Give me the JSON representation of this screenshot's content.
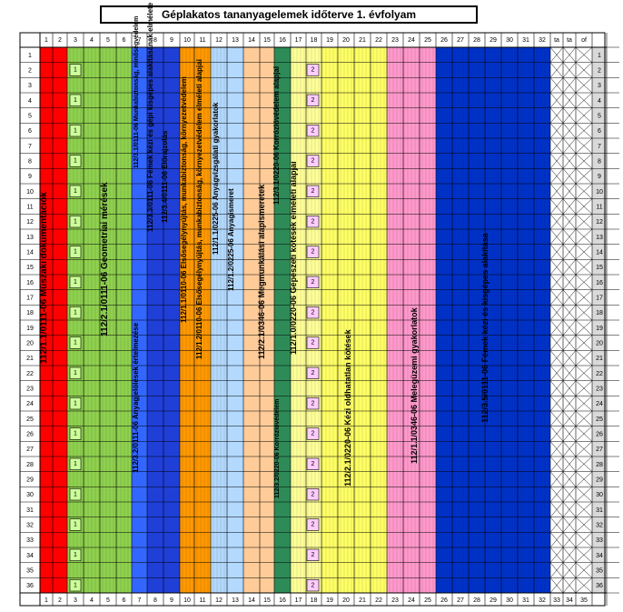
{
  "title": "Géplakatos tananyagelemek időterve 1. évfolyam",
  "colors": {
    "red": "#ff0000",
    "green": "#8fd14f",
    "blue_dark": "#1f3fd7",
    "blue_med": "#3366ff",
    "orange": "#ff9900",
    "lightblue": "#b3d9ff",
    "peach": "#ffcc99",
    "teal": "#2e8b57",
    "lightyellow": "#ffff99",
    "yellow": "#ffff66",
    "pink": "#ff99cc",
    "royal": "#0033cc",
    "gray": "#d9d9d9",
    "marker_green": "#ccff99",
    "marker_pink": "#ffccff"
  },
  "header_cols_left": [
    "1",
    "2",
    "3",
    "4",
    "5",
    "6",
    "7",
    "8",
    "9",
    "10",
    "11",
    "12",
    "13",
    "14",
    "15",
    "16",
    "17",
    "18",
    "19",
    "20",
    "21",
    "22",
    "23",
    "24",
    "25",
    "26",
    "27",
    "28",
    "29",
    "30",
    "31",
    "32"
  ],
  "header_cols_right": [
    "ta",
    "ta",
    "of"
  ],
  "footer_cols_right": [
    "33",
    "34",
    "35"
  ],
  "rows": [
    "1",
    "2",
    "3",
    "4",
    "5",
    "6",
    "7",
    "8",
    "9",
    "10",
    "11",
    "12",
    "13",
    "14",
    "15",
    "16",
    "17",
    "18",
    "19",
    "20",
    "21",
    "22",
    "23",
    "24",
    "25",
    "26",
    "27",
    "28",
    "29",
    "30",
    "31",
    "32",
    "33",
    "34",
    "35",
    "36"
  ],
  "marker_1": "1",
  "marker_2": "2",
  "labels": {
    "c1": "112/1.1/0111-06 Műszaki dokumentációk",
    "c2": "112/2.1/0111-06 Geometriai mérések",
    "c3a": "112/3.1/0111-06 Munkabiztonság, minőségvédelem",
    "c3b": "112/3.2/0111-06 Anyagjelölések értelmezése",
    "c4a": "112/3.3/0111-06 Fémek kézi és gépi kisgépes alakításának elmélete",
    "c4b": "112/3.4/0111-06 Előrajzolás",
    "c5": "112/1.1/0110-06 Elsősegélynyújtás, munkabiztonság, környezetvédelem",
    "c6": "112/1.2/0110-06 Elsősegélynyújtás, munkabiztonság, környezetvédelem elméleti alapjai",
    "c7": "112/1.1/0225-06 Anyagvizsgálati gyakorlatok",
    "c8": "112/1.2/0225-06 Anyagismeret",
    "c9": "112/2.1/0346-06 Megmunkálási alapismeretek",
    "c10a": "112/3.1/0220-06 Korrózióvédelem alapjai",
    "c10b": "112/3.2/0220-06 Korrózióvédelem",
    "c11": "112/1.0/0220-06 Gépészeti kötések elméleti alapjai",
    "c12": "112/2.1/0220-06 Kézi oldhatatlan kötések",
    "c12b": "112/2.1/0220-06 Kézi oldhatatlan kötések",
    "c13": "112/1.1/0346-06 Melegüzemi gyakorlatok",
    "c14": "112/3.5/0111-06 Fémek kézi és kisgépes alakítása"
  }
}
